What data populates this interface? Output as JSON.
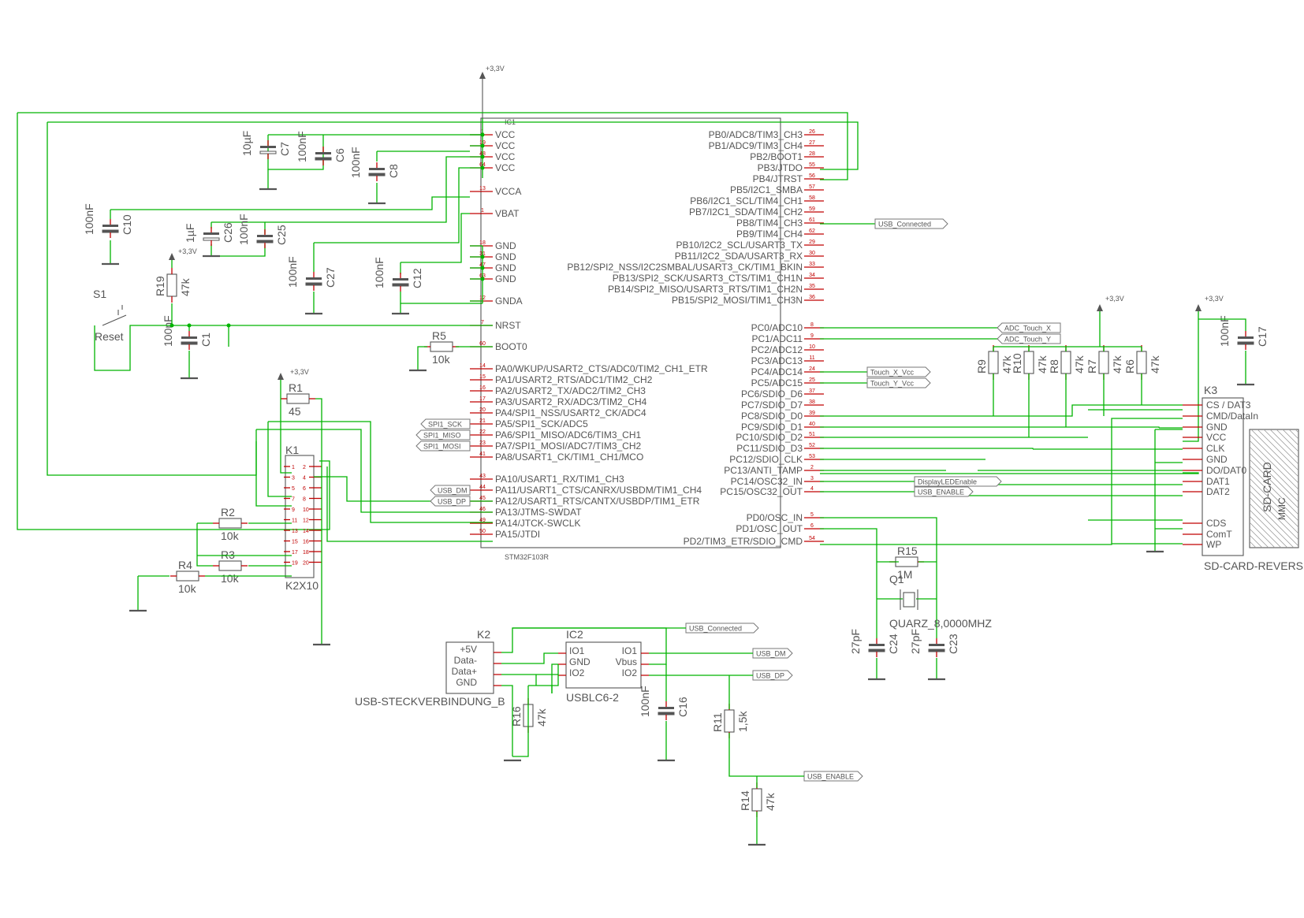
{
  "mcu": {
    "name": "IC1",
    "part": "STM32F103R",
    "left_pins": [
      {
        "num": "1",
        "label": "VCC"
      },
      {
        "num": "19",
        "label": "VCC"
      },
      {
        "num": "48",
        "label": "VCC"
      },
      {
        "num": "64",
        "label": "VCC"
      },
      {
        "num": "13",
        "label": "VCCA"
      },
      {
        "num": "1",
        "label": "VBAT"
      },
      {
        "num": "18",
        "label": "GND"
      },
      {
        "num": "31",
        "label": "GND"
      },
      {
        "num": "47",
        "label": "GND"
      },
      {
        "num": "63",
        "label": "GND"
      },
      {
        "num": "12",
        "label": "GNDA"
      },
      {
        "num": "7",
        "label": "NRST"
      },
      {
        "num": "60",
        "label": "BOOT0"
      },
      {
        "num": "14",
        "label": "PA0/WKUP/USART2_CTS/ADC0/TIM2_CH1_ETR"
      },
      {
        "num": "15",
        "label": "PA1/USART2_RTS/ADC1/TIM2_CH2"
      },
      {
        "num": "16",
        "label": "PA2/USART2_TX/ADC2/TIM2_CH3"
      },
      {
        "num": "17",
        "label": "PA3/USART2_RX/ADC3/TIM2_CH4"
      },
      {
        "num": "20",
        "label": "PA4/SPI1_NSS/USART2_CK/ADC4"
      },
      {
        "num": "21",
        "label": "PA5/SPI1_SCK/ADC5"
      },
      {
        "num": "22",
        "label": "PA6/SPI1_MISO/ADC6/TIM3_CH1"
      },
      {
        "num": "23",
        "label": "PA7/SPI1_MOSI/ADC7/TIM3_CH2"
      },
      {
        "num": "41",
        "label": "PA8/USART1_CK/TIM1_CH1/MCO"
      },
      {
        "num": "43",
        "label": "PA10/USART1_RX/TIM1_CH3"
      },
      {
        "num": "44",
        "label": "PA11/USART1_CTS/CANRX/USBDM/TIM1_CH4"
      },
      {
        "num": "45",
        "label": "PA12/USART1_RTS/CANTX/USBDP/TIM1_ETR"
      },
      {
        "num": "46",
        "label": "PA13/JTMS-SWDAT"
      },
      {
        "num": "49",
        "label": "PA14/JTCK-SWCLK"
      },
      {
        "num": "50",
        "label": "PA15/JTDI"
      }
    ],
    "right_pins": [
      {
        "num": "26",
        "label": "PB0/ADC8/TIM3_CH3"
      },
      {
        "num": "27",
        "label": "PB1/ADC9/TIM3_CH4"
      },
      {
        "num": "28",
        "label": "PB2/BOOT1"
      },
      {
        "num": "55",
        "label": "PB3/JTDO"
      },
      {
        "num": "56",
        "label": "PB4/JTRST"
      },
      {
        "num": "57",
        "label": "PB5/I2C1_SMBA"
      },
      {
        "num": "58",
        "label": "PB6/I2C1_SCL/TIM4_CH1"
      },
      {
        "num": "59",
        "label": "PB7/I2C1_SDA/TIM4_CH2"
      },
      {
        "num": "61",
        "label": "PB8/TIM4_CH3"
      },
      {
        "num": "62",
        "label": "PB9/TIM4_CH4"
      },
      {
        "num": "29",
        "label": "PB10/I2C2_SCL/USART3_TX"
      },
      {
        "num": "30",
        "label": "PB11/I2C2_SDA/USART3_RX"
      },
      {
        "num": "33",
        "label": "PB12/SPI2_NSS/I2C2SMBAL/USART3_CK/TIM1_BKIN"
      },
      {
        "num": "34",
        "label": "PB13/SPI2_SCK/USART3_CTS/TIM1_CH1N"
      },
      {
        "num": "35",
        "label": "PB14/SPI2_MISO/USART3_RTS/TIM1_CH2N"
      },
      {
        "num": "36",
        "label": "PB15/SPI2_MOSI/TIM1_CH3N"
      },
      {
        "num": "8",
        "label": "PC0/ADC10"
      },
      {
        "num": "9",
        "label": "PC1/ADC11"
      },
      {
        "num": "10",
        "label": "PC2/ADC12"
      },
      {
        "num": "11",
        "label": "PC3/ADC13"
      },
      {
        "num": "24",
        "label": "PC4/ADC14"
      },
      {
        "num": "25",
        "label": "PC5/ADC15"
      },
      {
        "num": "37",
        "label": "PC6/SDIO_D6"
      },
      {
        "num": "38",
        "label": "PC7/SDIO_D7"
      },
      {
        "num": "39",
        "label": "PC8/SDIO_D0"
      },
      {
        "num": "40",
        "label": "PC9/SDIO_D1"
      },
      {
        "num": "51",
        "label": "PC10/SDIO_D2"
      },
      {
        "num": "52",
        "label": "PC11/SDIO_D3"
      },
      {
        "num": "53",
        "label": "PC12/SDIO_CLK"
      },
      {
        "num": "2",
        "label": "PC13/ANTI_TAMP"
      },
      {
        "num": "3",
        "label": "PC14/OSC32_IN"
      },
      {
        "num": "4",
        "label": "PC15/OSC32_OUT"
      },
      {
        "num": "5",
        "label": "PD0/OSC_IN"
      },
      {
        "num": "6",
        "label": "PD1/OSC_OUT"
      },
      {
        "num": "54",
        "label": "PD2/TIM3_ETR/SDIO_CMD"
      }
    ]
  },
  "supplies": {
    "vcc": "+3,3V"
  },
  "components": {
    "c7": {
      "name": "C7",
      "value": "10µF"
    },
    "c6": {
      "name": "C6",
      "value": "100nF"
    },
    "c8": {
      "name": "C8",
      "value": "100nF"
    },
    "c10": {
      "name": "C10",
      "value": "100nF"
    },
    "c26": {
      "name": "C26",
      "value": "1µF"
    },
    "c25": {
      "name": "C25",
      "value": "100nF"
    },
    "c27": {
      "name": "C27",
      "value": "100nF"
    },
    "c12": {
      "name": "C12",
      "value": "100nF"
    },
    "c1": {
      "name": "C1",
      "value": "100nF"
    },
    "c17": {
      "name": "C17",
      "value": "100nF"
    },
    "c24": {
      "name": "C24",
      "value": "27pF"
    },
    "c23": {
      "name": "C23",
      "value": "27pF"
    },
    "c16": {
      "name": "C16",
      "value": "100nF"
    },
    "r19": {
      "name": "R19",
      "value": "47k"
    },
    "r5": {
      "name": "R5",
      "value": "10k"
    },
    "r1": {
      "name": "R1",
      "value": "45"
    },
    "r2": {
      "name": "R2",
      "value": "10k"
    },
    "r3": {
      "name": "R3",
      "value": "10k"
    },
    "r4": {
      "name": "R4",
      "value": "10k"
    },
    "r15": {
      "name": "R15",
      "value": "1M"
    },
    "r9": {
      "name": "R9",
      "value": "47k"
    },
    "r10": {
      "name": "R10",
      "value": "47k"
    },
    "r8": {
      "name": "R8",
      "value": "47k"
    },
    "r7": {
      "name": "R7",
      "value": "47k"
    },
    "r6": {
      "name": "R6",
      "value": "47k"
    },
    "r16": {
      "name": "R16",
      "value": "47k"
    },
    "r11": {
      "name": "R11",
      "value": "1,5k"
    },
    "r14": {
      "name": "R14",
      "value": "47k"
    },
    "s1": {
      "name": "S1",
      "value": "Reset"
    },
    "q1": {
      "name": "Q1",
      "value": "QUARZ_8,0000MHZ"
    },
    "k1": {
      "name": "K1",
      "value": "K2X10"
    },
    "k2": {
      "name": "K2",
      "value": "USB-STECKVERBINDUNG_B"
    },
    "ic2": {
      "name": "IC2",
      "value": "USBLC6-2"
    },
    "k3": {
      "name": "K3",
      "value": "SD-CARD-REVERS"
    }
  },
  "net_labels": {
    "usb_connected_1": "USB_Connected",
    "adc_touch_x": "ADC_Touch_X",
    "adc_touch_y": "ADC_Touch_Y",
    "touch_x_vcc": "Touch_X_Vcc",
    "touch_y_vcc": "Touch_Y_Vcc",
    "spi1_sck": "SPI1_SCK",
    "spi1_miso": "SPI1_MISO",
    "spi1_mosi": "SPI1_MOSI",
    "usb_dm_1": "USB_DM",
    "usb_dp_1": "USB_DP",
    "display_led_enable": "DisplayLEDEnable",
    "usb_enable_1": "USB_ENABLE",
    "usb_connected_2": "USB_Connected",
    "usb_dm_2": "USB_DM",
    "usb_dp_2": "USB_DP",
    "usb_enable_2": "USB_ENABLE"
  },
  "k2_pins": [
    "+5V",
    "Data-",
    "Data+",
    "GND"
  ],
  "ic2_pins": {
    "left": [
      "IO1",
      "GND",
      "IO2"
    ],
    "right": [
      "IO1",
      "Vbus",
      "IO2"
    ]
  },
  "k3_pins": [
    "CS / DAT3",
    "CMD/DataIn",
    "GND",
    "VCC",
    "CLK",
    "GND",
    "DO/DAT0",
    "DAT1",
    "DAT2",
    "CDS",
    "ComT",
    "WP"
  ],
  "k3_card_label": "SD-CARD",
  "k3_card_sublabel": "MMC"
}
